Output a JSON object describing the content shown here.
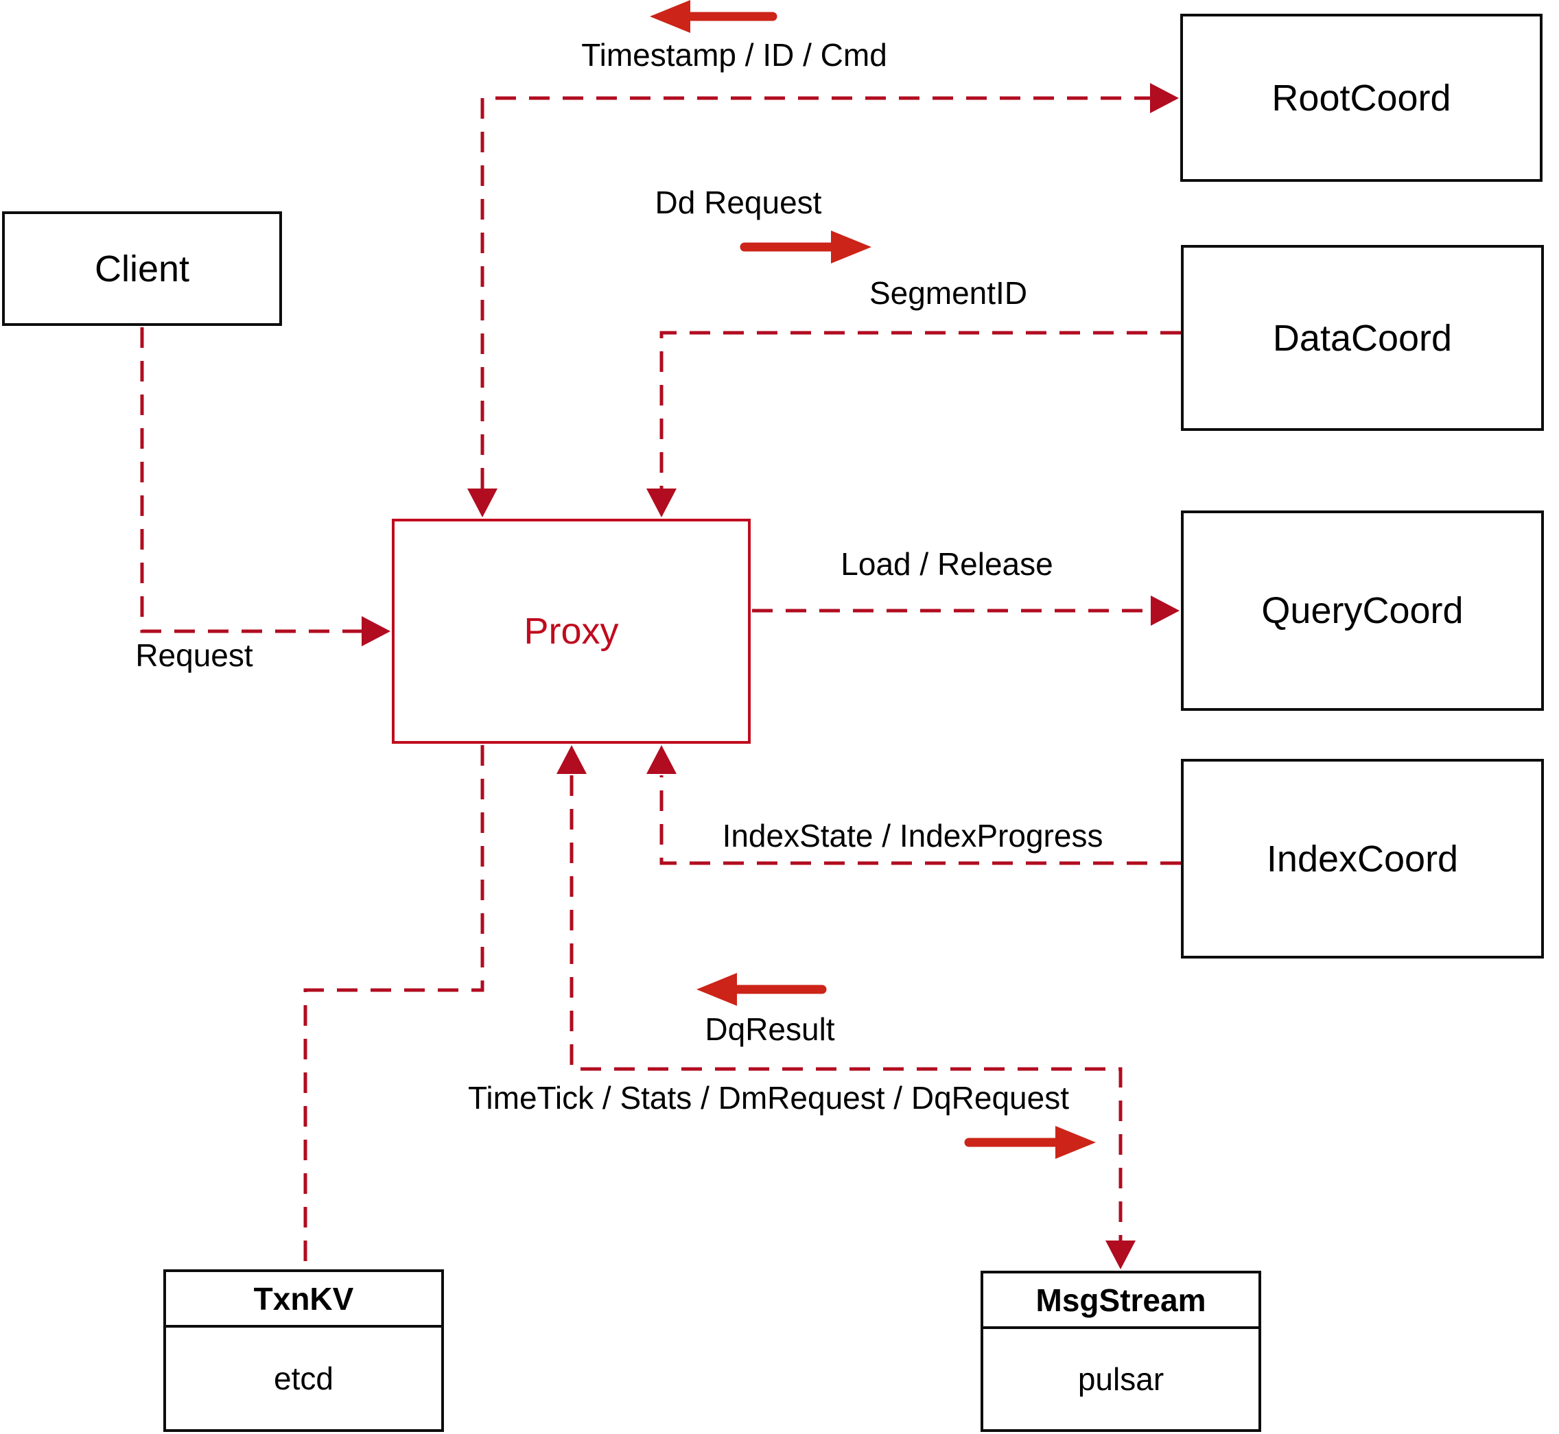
{
  "diagram": {
    "nodes": {
      "client": {
        "label": "Client"
      },
      "proxy": {
        "label": "Proxy"
      },
      "rootcoord": {
        "label": "RootCoord"
      },
      "datacoord": {
        "label": "DataCoord"
      },
      "querycoord": {
        "label": "QueryCoord"
      },
      "indexcoord": {
        "label": "IndexCoord"
      },
      "txnkv": {
        "title": "TxnKV",
        "subtitle": "etcd"
      },
      "msgstream": {
        "title": "MsgStream",
        "subtitle": "pulsar"
      }
    },
    "edges": {
      "timestamp_label": "Timestamp / ID / Cmd",
      "dd_request_label": "Dd Request",
      "segment_id_label": "SegmentID",
      "load_release_label": "Load / Release",
      "index_state_label": "IndexState / IndexProgress",
      "request_label": "Request",
      "dq_result_label": "DqResult",
      "timetick_label": "TimeTick / Stats / DmRequest / DqRequest"
    },
    "colors": {
      "dashed_line": "#b10c20",
      "solid_arrow": "#cc2418",
      "proxy_accent": "#c00b1e",
      "box_border": "#0d0d0d"
    }
  }
}
